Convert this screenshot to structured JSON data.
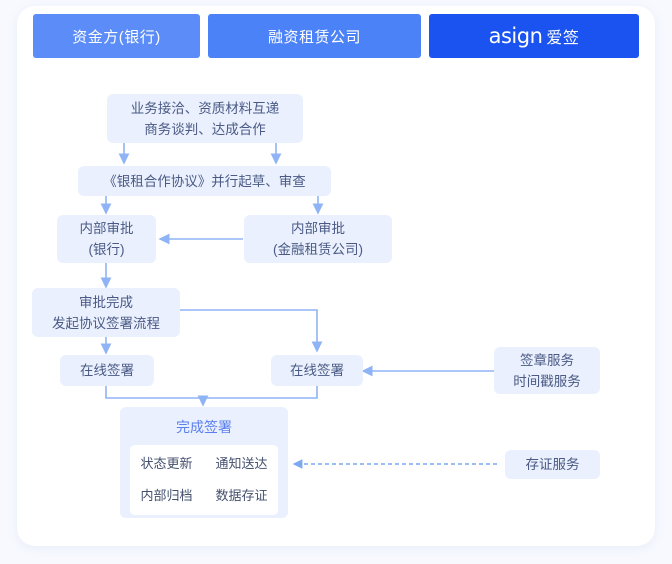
{
  "header": {
    "tabs": [
      {
        "label": "资金方(银行)"
      },
      {
        "label": "融资租赁公司"
      },
      {
        "label": "",
        "logo_mark": "asign",
        "logo_cn": "爱签"
      }
    ]
  },
  "colors": {
    "page_bg": "#f7f9ff",
    "card_bg": "#ffffff",
    "tab_left": "#5b8cf7",
    "tab_middle": "#4c82f7",
    "tab_active": "#1a53f0",
    "node_bg": "#eaf0fd",
    "node_text": "#4a5a85",
    "accent": "#5a7ff0",
    "connector": "#8fb4f5"
  },
  "flow": {
    "nodes": [
      {
        "id": "intake",
        "lines": [
          "业务接洽、资质材料互递",
          "商务谈判、达成合作"
        ]
      },
      {
        "id": "agreement",
        "lines": [
          "《银租合作协议》并行起草、审查"
        ]
      },
      {
        "id": "approve_bank",
        "lines": [
          "内部审批",
          "(银行)"
        ]
      },
      {
        "id": "approve_lease",
        "lines": [
          "内部审批",
          "(金融租赁公司)"
        ]
      },
      {
        "id": "approved",
        "lines": [
          "审批完成",
          "发起协议签署流程"
        ]
      },
      {
        "id": "sign_left",
        "lines": [
          "在线签署"
        ]
      },
      {
        "id": "sign_right",
        "lines": [
          "在线签署"
        ]
      },
      {
        "id": "seal_service",
        "lines": [
          "签章服务",
          "时间戳服务"
        ]
      },
      {
        "id": "evidence_service",
        "lines": [
          "存证服务"
        ]
      }
    ],
    "completion": {
      "title": "完成签署",
      "items": [
        "状态更新",
        "通知送达",
        "内部归档",
        "数据存证"
      ]
    }
  }
}
